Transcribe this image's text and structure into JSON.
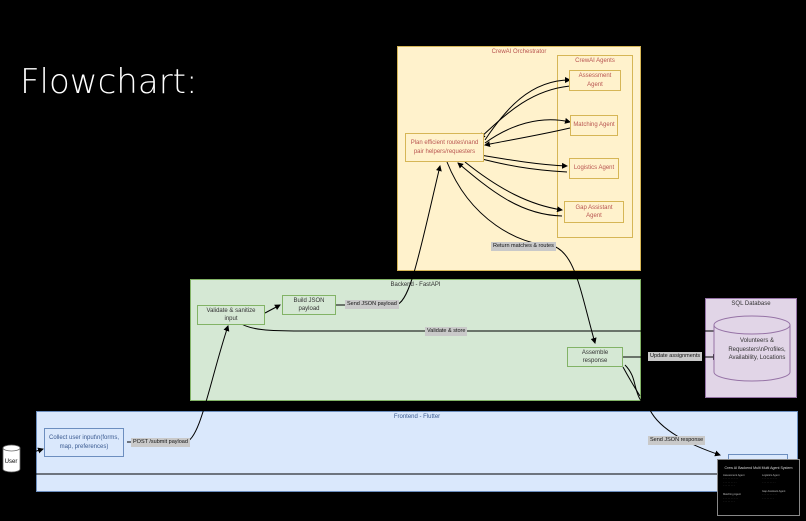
{
  "slide": {
    "title": "Flowchart:"
  },
  "colors": {
    "orchestrator_fill": "#fff2cc",
    "orchestrator_border": "#d6b656",
    "backend_fill": "#d5e8d4",
    "backend_border": "#82b366",
    "frontend_fill": "#dae8fc",
    "frontend_border": "#6c8ebf",
    "sql_fill": "#e1d5e7",
    "sql_border": "#9673a6",
    "agent_text": "#b85450",
    "edge": "#000000"
  },
  "groups": {
    "orchestrator": "CrewAI Orchestrator",
    "agents": "CrewAI Agents",
    "backend": "Backend - FastAPI",
    "frontend": "Frontend - Flutter",
    "sql": "SQL Database"
  },
  "nodes": {
    "plan": "Plan efficient routes\\nand pair helpers/requesters",
    "assessment": "Assessment Agent",
    "matching": "Matching Agent",
    "logistics": "Logistics Agent",
    "gap": "Gap Assistant Agent",
    "validate": "Validate & sanitize input",
    "build": "Build JSON payload",
    "assemble": "Assemble response",
    "collect": "Collect user input\\n(forms, map, preferences)",
    "db": "Volunteers & Requesters\\nProfiles, Availability, Locations",
    "user": "User"
  },
  "edge_labels": {
    "send_json_payload": "Send JSON payload",
    "validate_store": "Validate & store",
    "return_matches": "Return matches & routes",
    "update_assignments": "Update assignments",
    "post_submit": "POST /submit payload",
    "send_json_response": "Send JSON response"
  },
  "thumbnail": {
    "title": "Crew AI Backend Multi Multi Agent System",
    "col_left": [
      "Assessment Agent",
      "Matching Agent"
    ],
    "col_right": [
      "Logistics Agent",
      "Gap Assistant Agent"
    ]
  }
}
